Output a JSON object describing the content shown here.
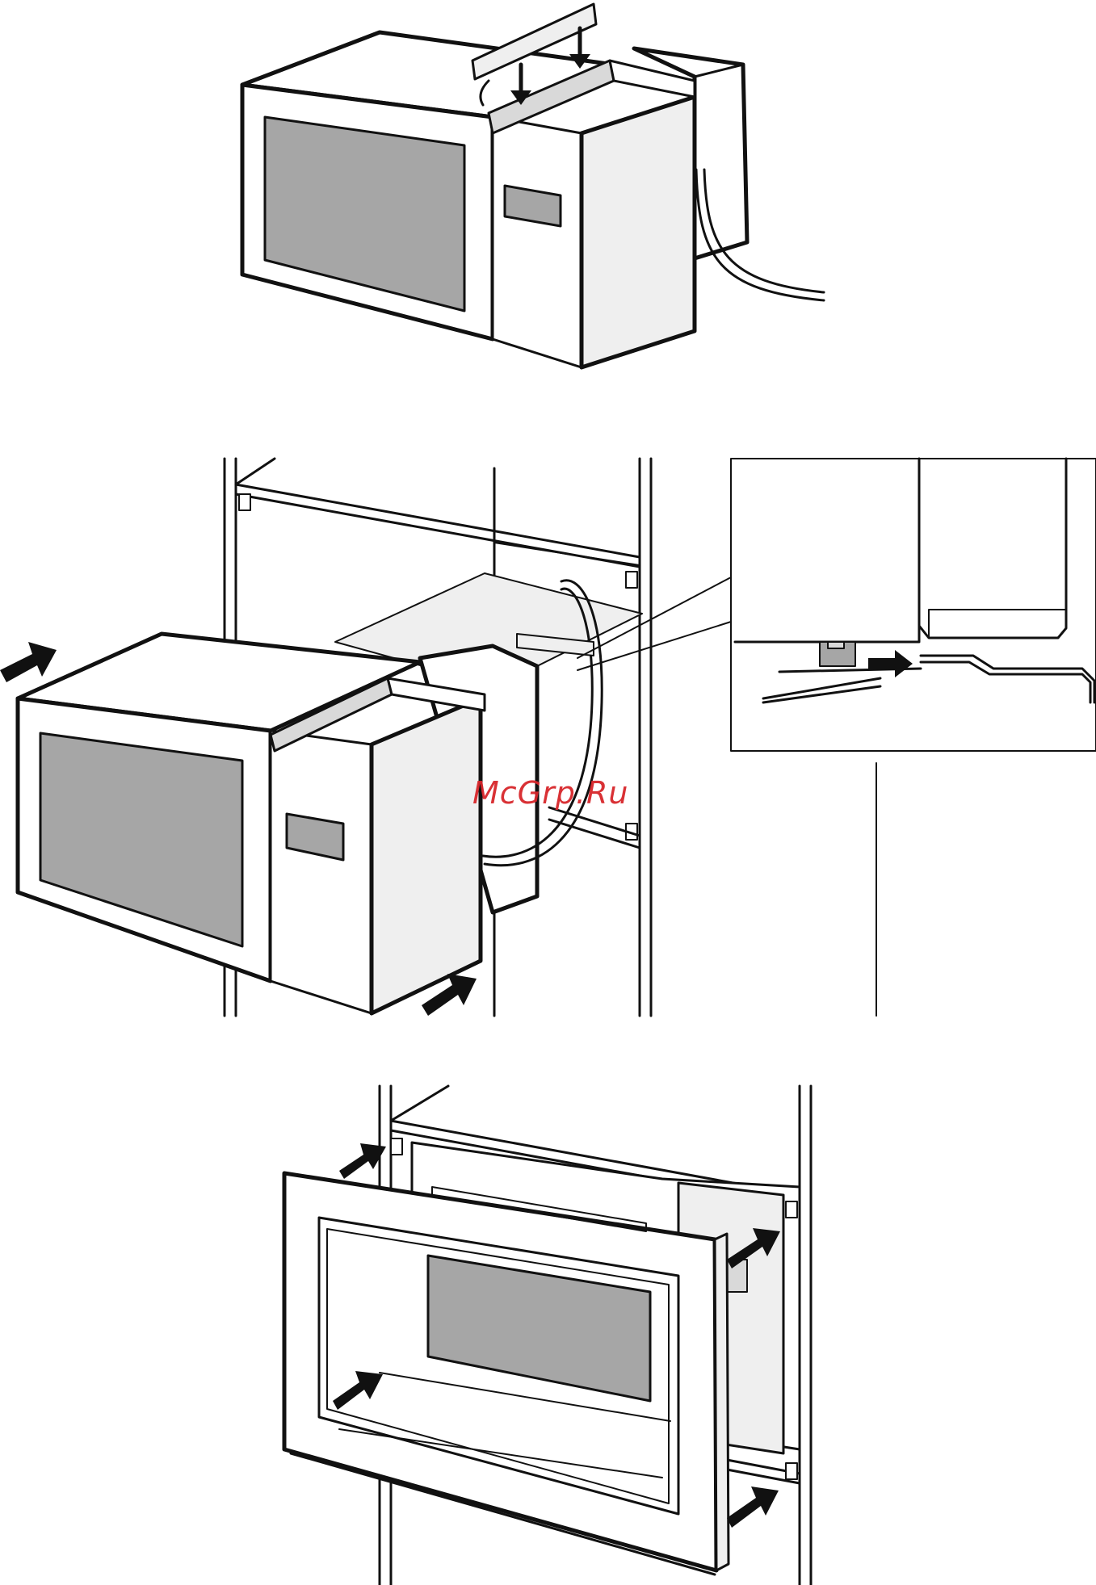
{
  "watermark": {
    "text": "McGrp.Ru",
    "color": "#d7262b"
  },
  "figures": [
    {
      "name": "step-1-attach-trim-strip"
    },
    {
      "name": "step-2-slide-into-cabinet"
    },
    {
      "name": "step-3-mount-frame"
    }
  ],
  "colors": {
    "line": "#111111",
    "window": "#a6a6a6",
    "panel": "#efefef"
  }
}
